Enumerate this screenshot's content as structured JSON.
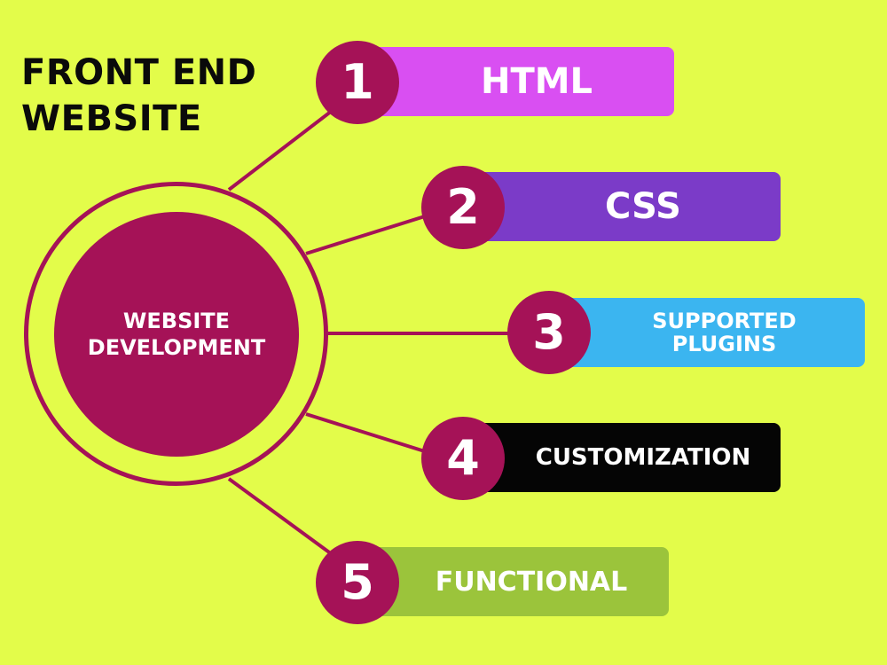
{
  "title": {
    "line1": "FRONT END",
    "line2": "WEBSITE"
  },
  "hub": {
    "line1": "WEBSITE",
    "line2": "DEVELOPMENT"
  },
  "items": [
    {
      "number": "1",
      "label": "HTML",
      "color": "#d94ff2",
      "text_color": "#ffffff"
    },
    {
      "number": "2",
      "label": "CSS",
      "color": "#7b3bc8",
      "text_color": "#ffffff"
    },
    {
      "number": "3",
      "label_line1": "SUPPORTED",
      "label_line2": "PLUGINS",
      "color": "#3bb5f0",
      "text_color": "#ffffff"
    },
    {
      "number": "4",
      "label": "CUSTOMIZATION",
      "color": "#050505",
      "text_color": "#ffffff"
    },
    {
      "number": "5",
      "label": "FUNCTIONAL",
      "color": "#9bc43b",
      "text_color": "#ffffff"
    }
  ],
  "colors": {
    "background": "#e3fc4a",
    "accent": "#a51257",
    "title_text": "#0a0a0a"
  }
}
